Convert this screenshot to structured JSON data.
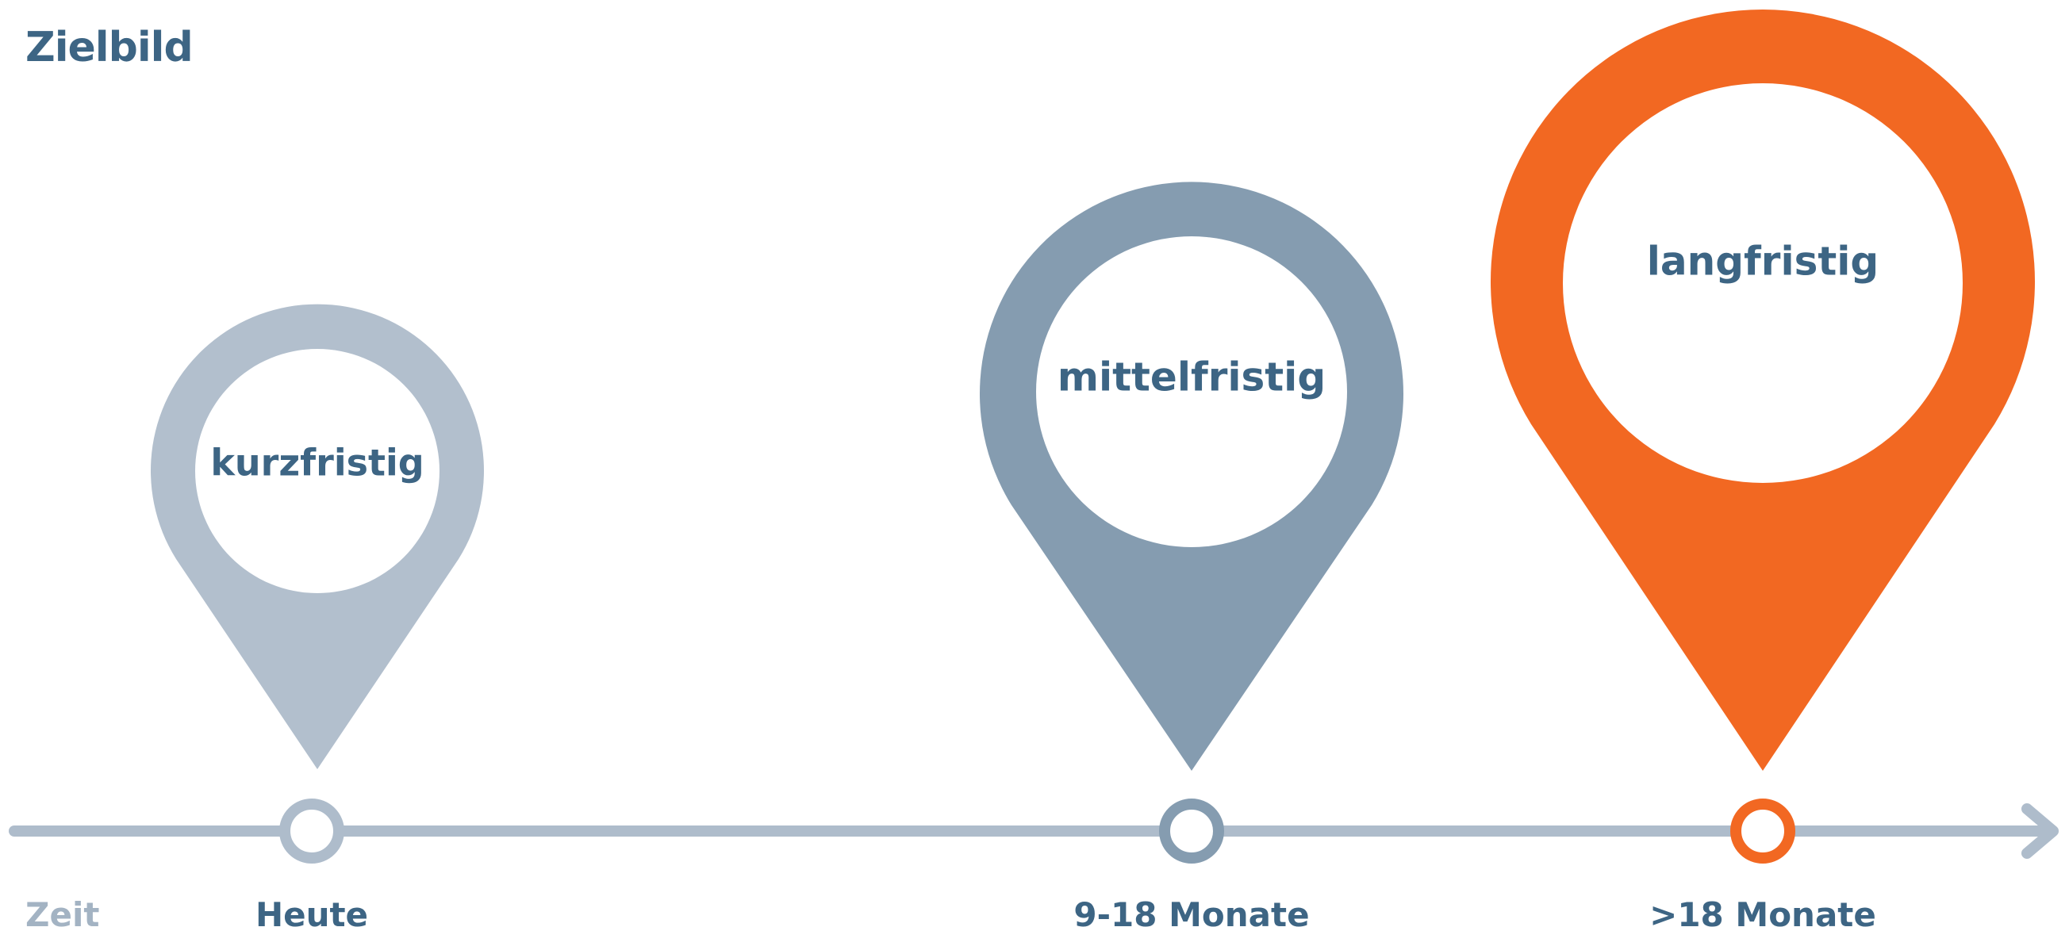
{
  "title": "Zielbild",
  "colors": {
    "title": "#3d6584",
    "axis_line": "#aebccb",
    "pin_kurz": "#b2bfcd",
    "pin_mittel": "#859cb0",
    "pin_lang": "#f26822",
    "label_text": "#3d6584",
    "axis_title_text": "#a3b3c3"
  },
  "timeline": {
    "axis_title": "Zeit",
    "markers": [
      {
        "label": "Heute",
        "pin_label": "kurzfristig",
        "color": "#b2bfcd",
        "marker_color": "#aebccb"
      },
      {
        "label": "9-18 Monate",
        "pin_label": "mittelfristig",
        "color": "#859cb0",
        "marker_color": "#859cb0"
      },
      {
        "label": ">18 Monate",
        "pin_label": "langfristig",
        "color": "#f26822",
        "marker_color": "#f26822"
      }
    ]
  }
}
